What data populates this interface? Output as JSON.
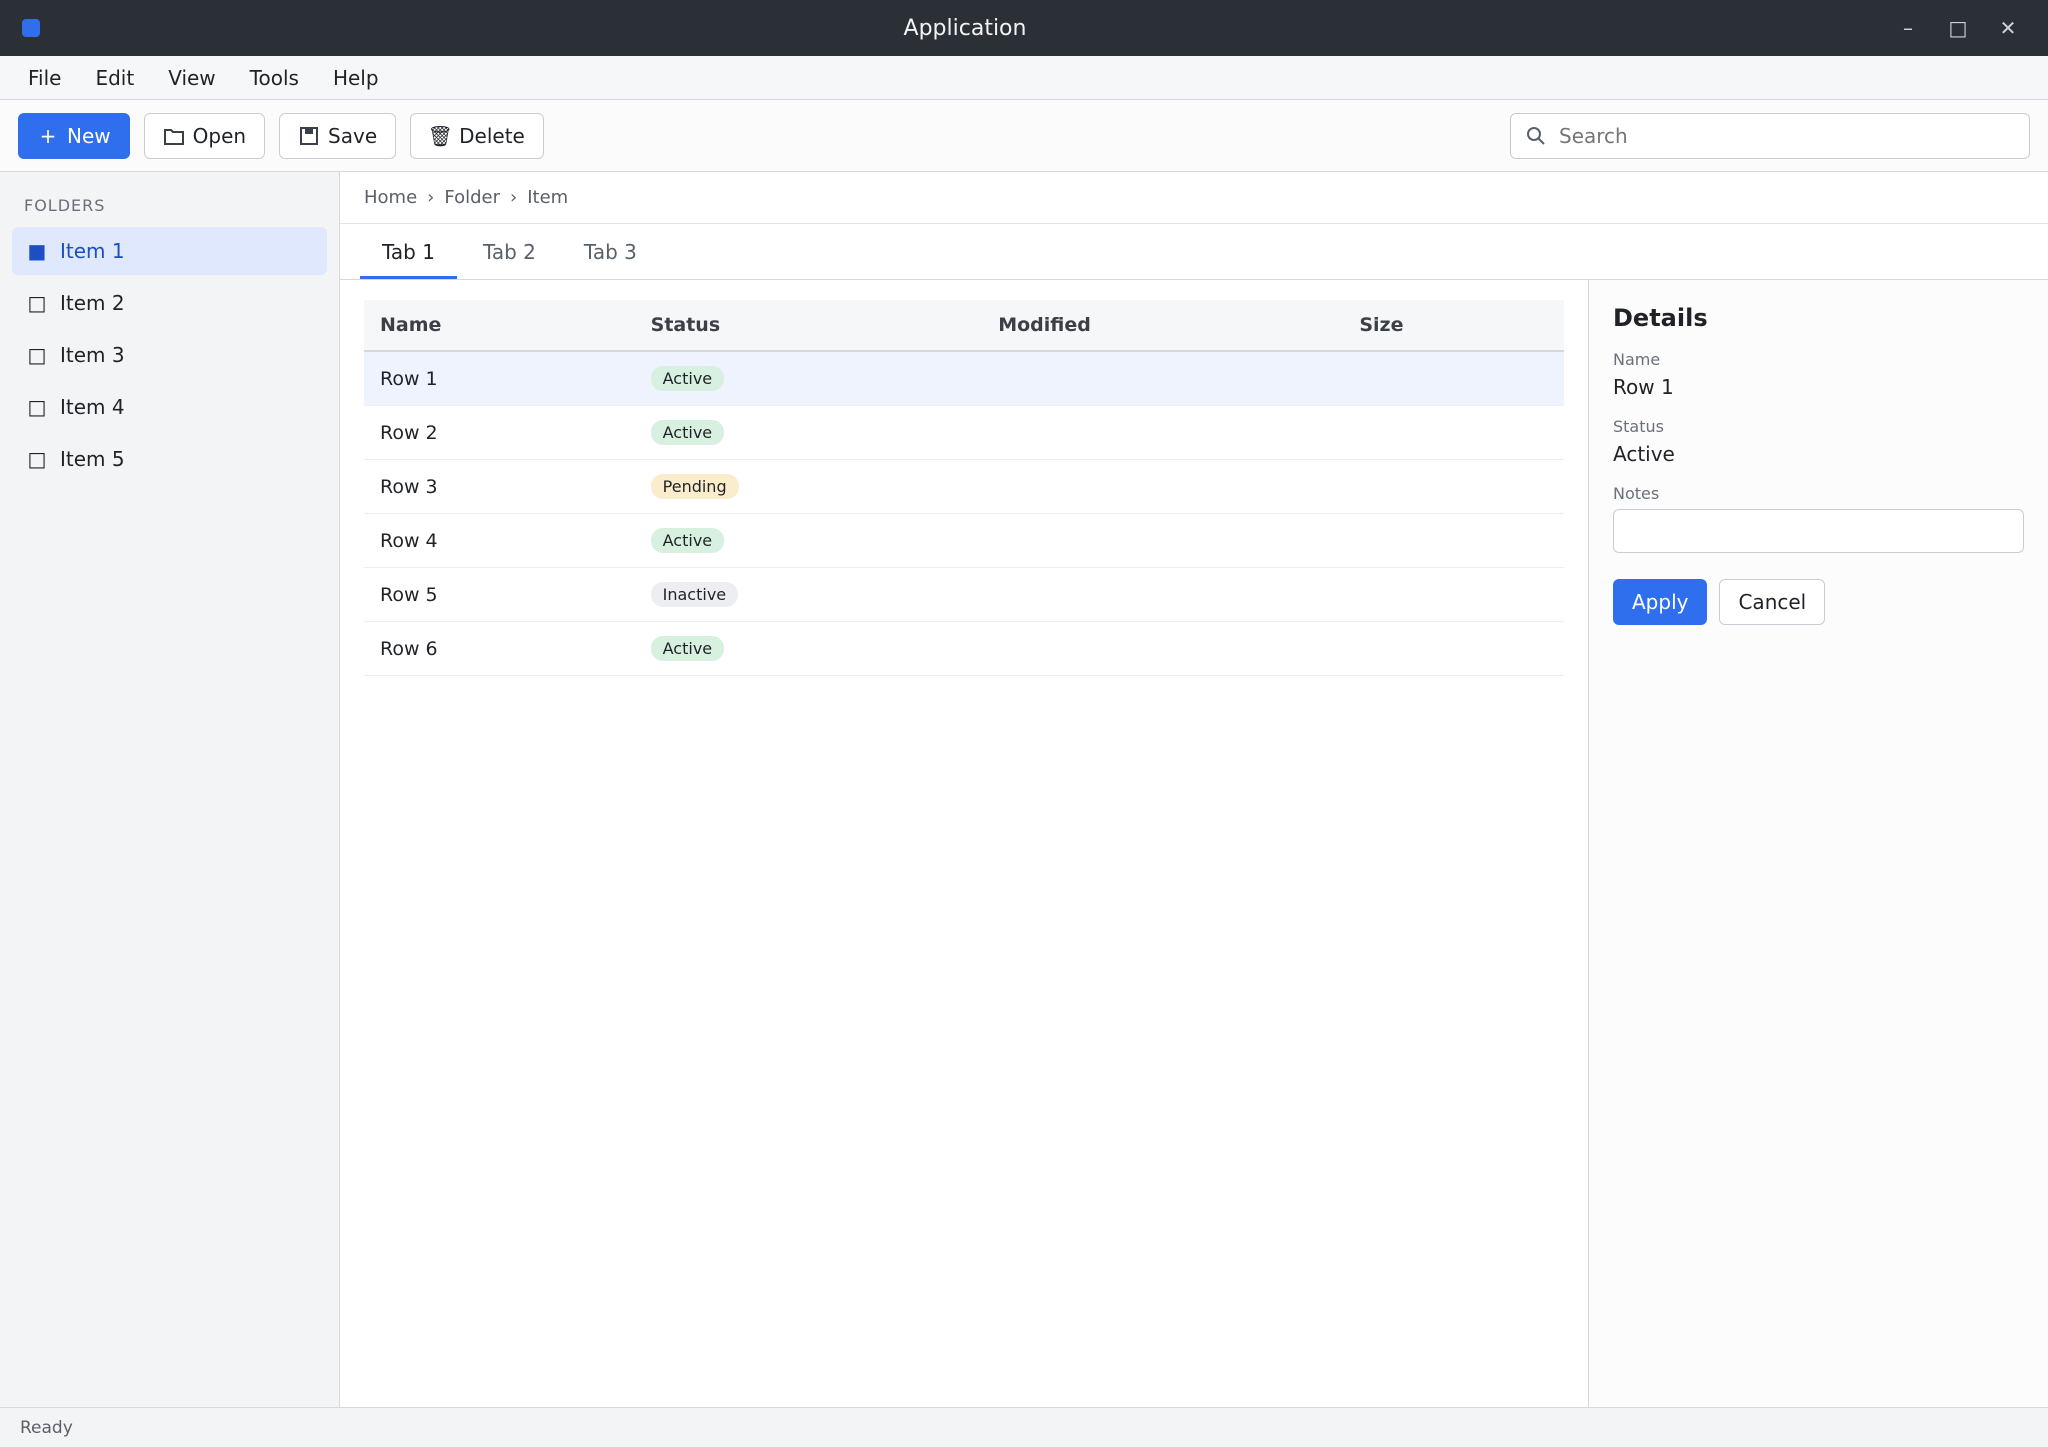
{
  "window": {
    "title": "Application"
  },
  "menu": [
    "File",
    "Edit",
    "View",
    "Tools",
    "Help"
  ],
  "toolbar": {
    "new_label": "New",
    "open_label": "Open",
    "save_label": "Save",
    "delete_label": "Delete"
  },
  "search": {
    "placeholder": "Search",
    "value": ""
  },
  "sidebar": {
    "heading": "FOLDERS",
    "items": [
      {
        "label": "Item 1",
        "count": ""
      },
      {
        "label": "Item 2",
        "count": ""
      },
      {
        "label": "Item 3",
        "count": ""
      },
      {
        "label": "Item 4",
        "count": ""
      },
      {
        "label": "Item 5",
        "count": ""
      }
    ]
  },
  "breadcrumb": [
    "Home",
    "Folder",
    "Item"
  ],
  "tabs": [
    "Tab 1",
    "Tab 2",
    "Tab 3"
  ],
  "table": {
    "headers": [
      "Name",
      "Status",
      "Modified",
      "Size"
    ],
    "rows": [
      [
        "Row 1",
        "Active",
        "",
        ""
      ],
      [
        "Row 2",
        "Active",
        "",
        ""
      ],
      [
        "Row 3",
        "Pending",
        "",
        ""
      ],
      [
        "Row 4",
        "Active",
        "",
        ""
      ],
      [
        "Row 5",
        "Inactive",
        "",
        ""
      ],
      [
        "Row 6",
        "Active",
        "",
        ""
      ]
    ]
  },
  "details": {
    "title": "Details",
    "fields": [
      {
        "label": "Name",
        "value": "Row 1"
      },
      {
        "label": "Status",
        "value": "Active"
      }
    ],
    "input_label": "Notes",
    "input_placeholder": "",
    "apply_label": "Apply",
    "cancel_label": "Cancel"
  },
  "status": {
    "left": "Ready",
    "middle": "",
    "right": ""
  },
  "colors": {
    "accent": "#2f6fed",
    "active_badge": "#d7f0df",
    "pending_badge": "#fbeccb",
    "inactive_badge": "#eceef1"
  }
}
